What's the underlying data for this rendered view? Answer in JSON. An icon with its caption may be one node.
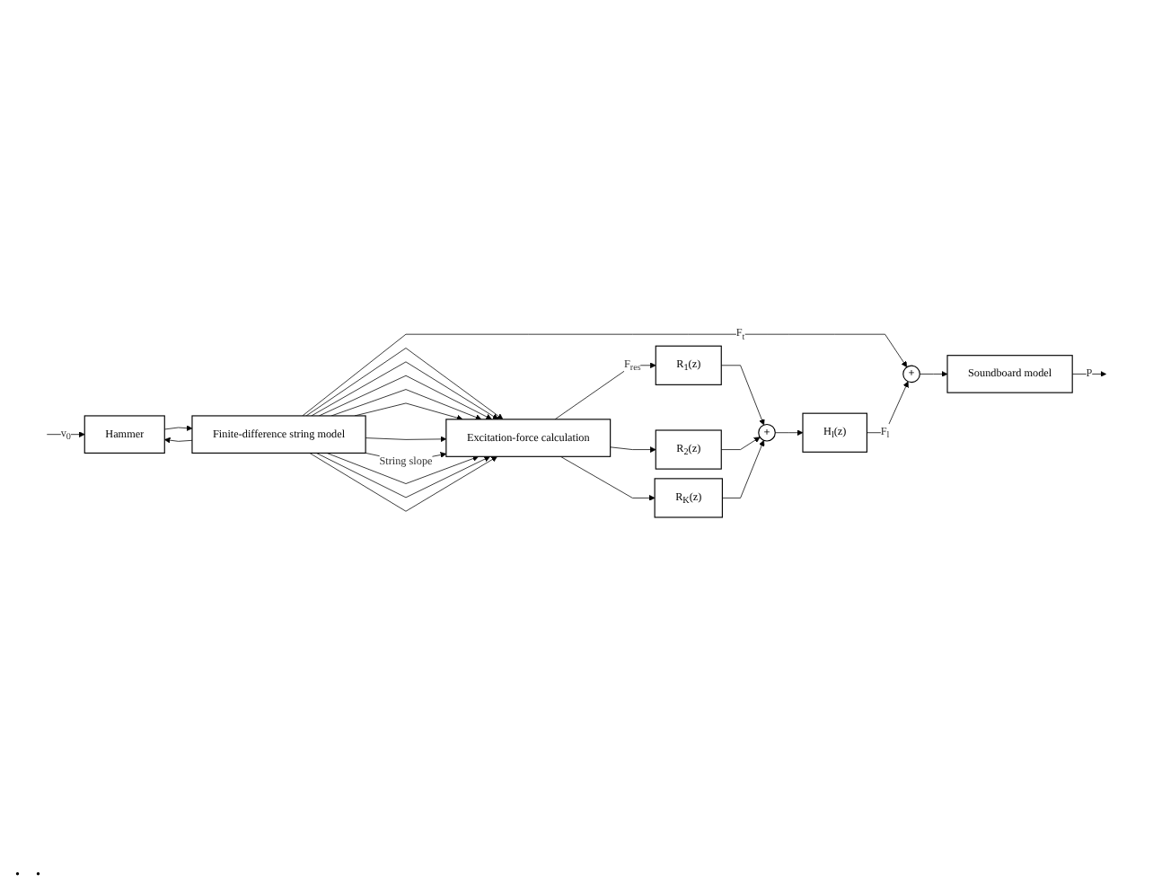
{
  "diagram": {
    "nodes": [
      {
        "text": [
          "Hammer"
        ]
      },
      {
        "text": [
          "Finite-difference string model"
        ]
      },
      {
        "text": [
          "Excitation-force calculation"
        ]
      },
      {
        "text": [
          "R$_{1}$(z)"
        ]
      },
      {
        "text": [
          "R$_{2}$(z)"
        ]
      },
      {
        "text": [
          "R$_{K}$(z)"
        ]
      },
      {
        "text": [
          "+"
        ]
      },
      {
        "text": [
          "H$_{l}$(z)"
        ]
      },
      {
        "text": [
          "+"
        ]
      },
      {
        "text": [
          "Soundboard model"
        ]
      }
    ],
    "edges": [
      {
        "from": null,
        "to": 0,
        "arrow": "to",
        "label": "v$_{0}$"
      },
      {
        "from": 1,
        "to": 0,
        "arrow": "to"
      },
      {
        "from": 0,
        "to": 1,
        "arrow": "to"
      },
      {
        "from": 1,
        "to": 2,
        "arrow": "to"
      },
      {
        "from": 1,
        "to": 2,
        "arrow": "to"
      },
      {
        "from": 1,
        "to": 2,
        "arrow": "to"
      },
      {
        "from": 1,
        "to": 2,
        "arrow": "to"
      },
      {
        "from": 1,
        "to": 2,
        "arrow": "to"
      },
      {
        "from": 1,
        "to": 2,
        "arrow": "to"
      },
      {
        "from": 1,
        "to": 2,
        "arrow": "to",
        "label": "String slope"
      },
      {
        "from": 1,
        "to": 2,
        "arrow": "to"
      },
      {
        "from": 1,
        "to": 2,
        "arrow": "to"
      },
      {
        "from": 1,
        "to": 2,
        "arrow": "to"
      },
      {
        "from": 2,
        "to": 3,
        "arrow": "to",
        "label": "F$_{res}$"
      },
      {
        "from": 2,
        "to": 4,
        "arrow": "to"
      },
      {
        "from": 2,
        "to": 5,
        "arrow": "to"
      },
      {
        "from": 3,
        "to": 6,
        "arrow": "to"
      },
      {
        "from": 4,
        "to": 6,
        "arrow": "to"
      },
      {
        "from": 5,
        "to": 6,
        "arrow": "to"
      },
      {
        "from": 6,
        "to": 7,
        "arrow": "to"
      },
      {
        "from": 1,
        "to": 8,
        "arrow": "to",
        "label": "F$_{t}$"
      },
      {
        "from": 7,
        "to": 8,
        "arrow": "to",
        "label": "F$_{l}$"
      },
      {
        "from": 8,
        "to": 9,
        "arrow": "to"
      },
      {
        "from": 9,
        "to": null,
        "arrow": "to",
        "label": "P"
      }
    ],
    "labels": [
      ".",
      "."
    ]
  }
}
